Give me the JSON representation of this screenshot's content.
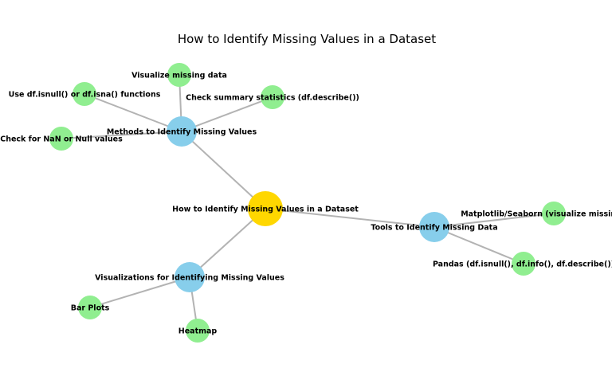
{
  "title": "How to Identify Missing Values in a Dataset",
  "colors": {
    "root": "#ffd700",
    "category": "#87ceeb",
    "leaf": "#90ee90",
    "edge": "#b3b3b3"
  },
  "nodes": [
    {
      "id": "root",
      "label": "How to Identify Missing Values in a Dataset",
      "kind": "root"
    },
    {
      "id": "methods",
      "label": "Methods to Identify Missing Values",
      "kind": "category"
    },
    {
      "id": "tools",
      "label": "Tools to Identify Missing Data",
      "kind": "category"
    },
    {
      "id": "visualizations",
      "label": "Visualizations for Identifying Missing Values",
      "kind": "category"
    },
    {
      "id": "nan",
      "label": "Check for NaN or Null values",
      "kind": "leaf"
    },
    {
      "id": "isnull",
      "label": "Use df.isnull() or df.isna() functions",
      "kind": "leaf"
    },
    {
      "id": "visualize",
      "label": "Visualize missing data",
      "kind": "leaf"
    },
    {
      "id": "summary",
      "label": "Check summary statistics (df.describe())",
      "kind": "leaf"
    },
    {
      "id": "pandas",
      "label": "Pandas (df.isnull(), df.info(), df.describe())",
      "kind": "leaf"
    },
    {
      "id": "matplotlib",
      "label": "Matplotlib/Seaborn (visualize missing data)",
      "kind": "leaf"
    },
    {
      "id": "barplots",
      "label": "Bar Plots",
      "kind": "leaf"
    },
    {
      "id": "heatmap",
      "label": "Heatmap",
      "kind": "leaf"
    }
  ],
  "edges": [
    [
      "root",
      "methods"
    ],
    [
      "root",
      "tools"
    ],
    [
      "root",
      "visualizations"
    ],
    [
      "methods",
      "nan"
    ],
    [
      "methods",
      "isnull"
    ],
    [
      "methods",
      "visualize"
    ],
    [
      "methods",
      "summary"
    ],
    [
      "tools",
      "pandas"
    ],
    [
      "tools",
      "matplotlib"
    ],
    [
      "visualizations",
      "barplots"
    ],
    [
      "visualizations",
      "heatmap"
    ]
  ]
}
